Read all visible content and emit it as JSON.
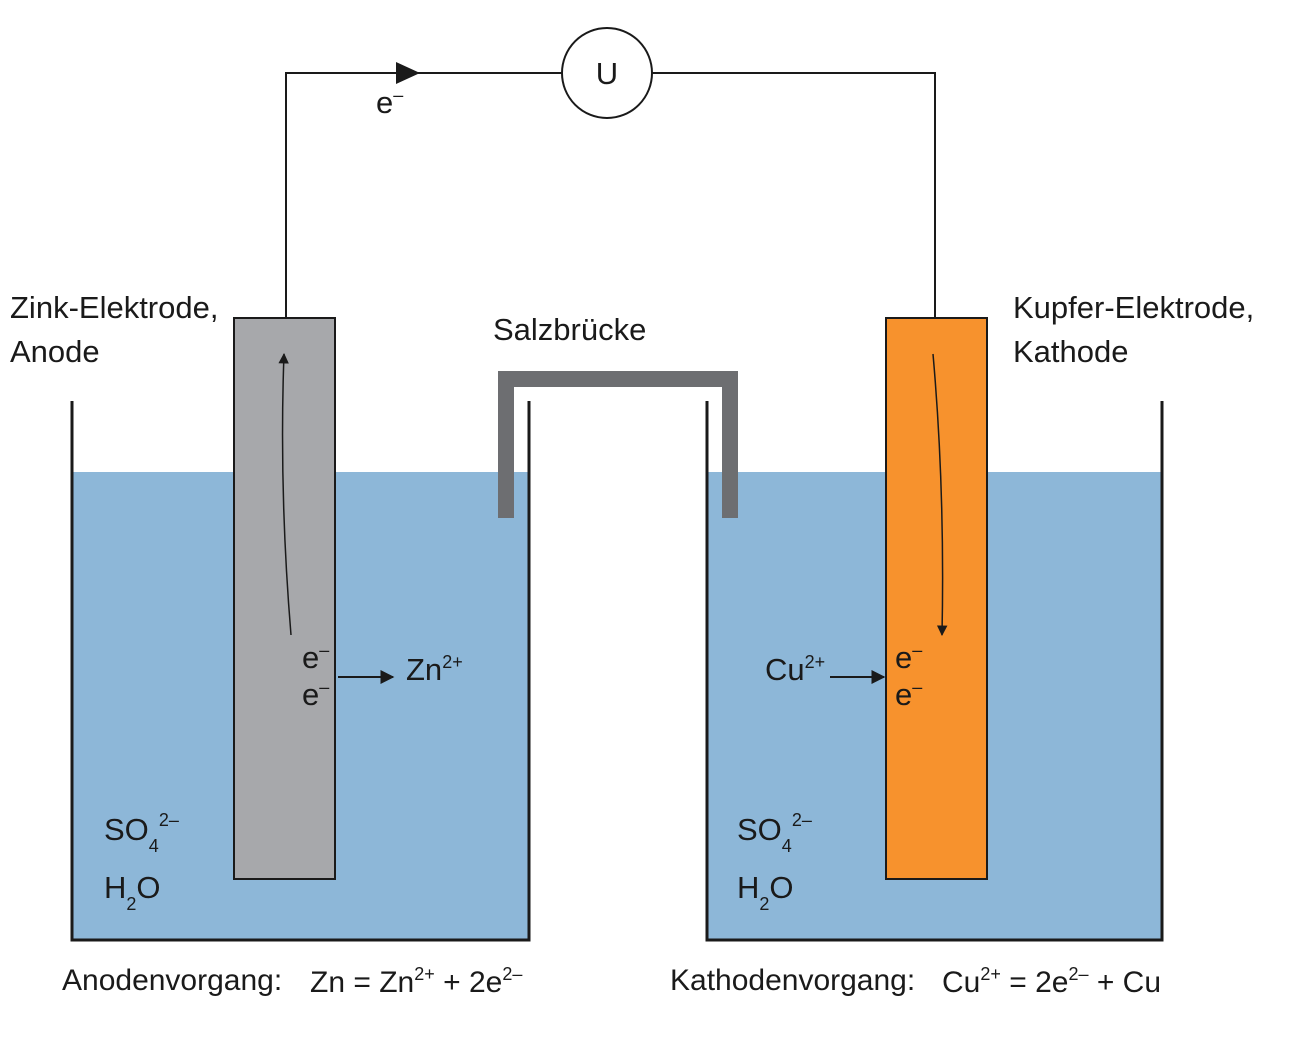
{
  "colors": {
    "electrolyte": "#8db7d8",
    "zinc": "#a7a8ab",
    "copper": "#f7922d",
    "bridge": "#6d6e71",
    "line": "#1a1a1a"
  },
  "voltmeter": {
    "symbol": "U"
  },
  "wire": {
    "electron_base": "e",
    "electron_sup": "–"
  },
  "anode": {
    "name_line1": "Zink-Elektrode,",
    "name_line2": "Anode",
    "electron_base": "e",
    "electron_sup": "–",
    "ion_base": "Zn",
    "ion_sup": "2+",
    "sulfate_base": "SO",
    "sulfate_sub": "4",
    "sulfate_sup": "2–",
    "water_h": "H",
    "water_sub": "2",
    "water_o": "O",
    "process_label": "Anodenvorgang:",
    "eq_part1": "Zn = Zn",
    "eq_sup1": "2+",
    "eq_part2": " + 2e",
    "eq_sup2": "2–"
  },
  "salt_bridge": {
    "label": "Salzbrücke"
  },
  "cathode": {
    "name_line1": "Kupfer-Elektrode,",
    "name_line2": "Kathode",
    "electron_base": "e",
    "electron_sup": "–",
    "ion_base": "Cu",
    "ion_sup": "2+",
    "sulfate_base": "SO",
    "sulfate_sub": "4",
    "sulfate_sup": "2–",
    "water_h": "H",
    "water_sub": "2",
    "water_o": "O",
    "process_label": "Kathodenvorgang:",
    "eq_part1": "Cu",
    "eq_sup1": "2+",
    "eq_part2": " = 2e",
    "eq_sup2": "2–",
    "eq_part3": " + Cu"
  }
}
